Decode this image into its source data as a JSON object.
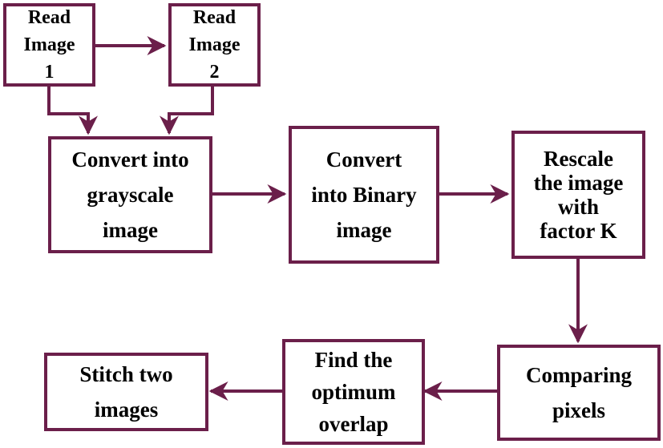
{
  "colors": {
    "border": "#6b1f4a",
    "arrow": "#6b1f4a",
    "text": "#000000",
    "background": "#ffffff"
  },
  "nodes": {
    "read1": {
      "lines": [
        "Read",
        "Image",
        "1"
      ]
    },
    "read2": {
      "lines": [
        "Read",
        "Image",
        "2"
      ]
    },
    "gray": {
      "lines": [
        "Convert into",
        "grayscale",
        "image"
      ]
    },
    "binary": {
      "lines": [
        "Convert",
        "into Binary",
        "image"
      ]
    },
    "rescale": {
      "lines": [
        "Rescale",
        "the image",
        "with",
        "factor K"
      ]
    },
    "compare": {
      "lines": [
        "Comparing",
        "pixels"
      ]
    },
    "overlap": {
      "lines": [
        "Find the",
        "optimum",
        "overlap"
      ]
    },
    "stitch": {
      "lines": [
        "Stitch two",
        "images"
      ]
    }
  },
  "edges": [
    {
      "from": "read1",
      "to": "read2"
    },
    {
      "from": "read1",
      "to": "gray"
    },
    {
      "from": "read2",
      "to": "gray"
    },
    {
      "from": "gray",
      "to": "binary"
    },
    {
      "from": "binary",
      "to": "rescale"
    },
    {
      "from": "rescale",
      "to": "compare"
    },
    {
      "from": "compare",
      "to": "overlap"
    },
    {
      "from": "overlap",
      "to": "stitch"
    }
  ]
}
